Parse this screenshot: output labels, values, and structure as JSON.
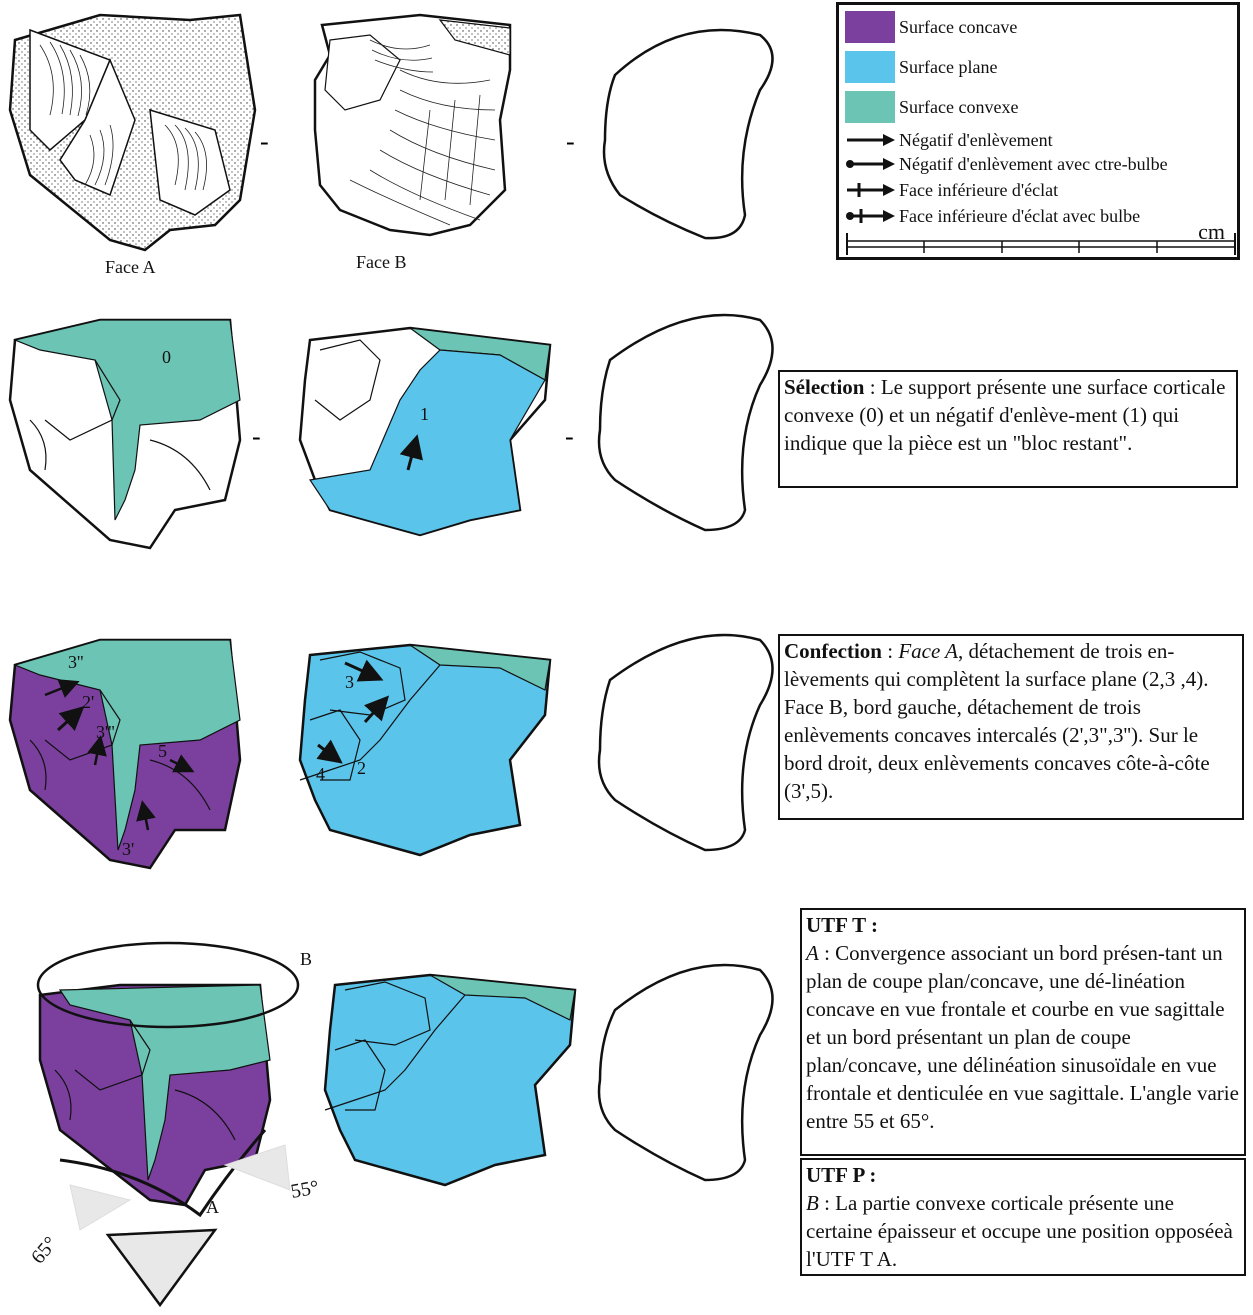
{
  "colors": {
    "concave": "#7B3F9E",
    "plane": "#5BC4EA",
    "convex": "#6CC4B4",
    "outline": "#111111"
  },
  "legend": {
    "items": [
      {
        "label": "Surface concave",
        "color": "#7B3F9E"
      },
      {
        "label": "Surface plane",
        "color": "#5BC4EA"
      },
      {
        "label": "Surface convexe",
        "color": "#6CC4B4"
      }
    ],
    "arrows": [
      {
        "label": "Négatif d'enlèvement",
        "icon": "arrow-icon"
      },
      {
        "label": "Négatif d'enlèvement avec ctre-bulbe",
        "icon": "arrow-dot-icon"
      },
      {
        "label": "Face inférieure d'éclat",
        "icon": "arrow-cross-icon"
      },
      {
        "label": "Face inférieure d'éclat avec bulbe",
        "icon": "arrow-dot-cross-icon"
      }
    ],
    "scale_unit": "cm"
  },
  "face_labels": {
    "face_a": "Face A",
    "face_b": "Face B"
  },
  "separator": "-",
  "selection": {
    "title": "Sélection",
    "text": " : Le support présente une surface corticale convexe (0) et un négatif d'enlève-ment (1) qui indique que la pièce est un \"bloc restant\"."
  },
  "confection": {
    "title": "Confection",
    "sep": " : ",
    "italic": "Face A",
    "text": ", détachement de trois en-lèvements qui complètent la surface plane (2,3 ,4). Face B, bord gauche, détachement de trois enlèvements concaves intercalés (2',3\",3''). Sur le bord droit, deux enlèvements concaves côte-à-côte (3',5)."
  },
  "utf_t": {
    "title": "UTF T :",
    "italic": "A",
    "text": " : Convergence associant un bord présen-tant un plan de coupe plan/concave, une dé-linéation concave en vue frontale et courbe en vue sagittale et un bord présentant un plan de coupe plan/concave, une délinéation sinusoïdale en vue frontale et denticulée en vue sagittale. L'angle varie entre 55 et 65°."
  },
  "utf_p": {
    "title": "UTF P :",
    "italic": "B",
    "text": " : La partie convexe corticale présente une certaine épaisseur et occupe une position opposéeà l'UTF T A."
  },
  "numbers": {
    "n0": "0",
    "n1": "1",
    "n2": "2",
    "n3": "3",
    "n4": "4",
    "n2p": "2'",
    "n3pp": "3''",
    "n3ppp": "3'''",
    "n3p": "3'",
    "n5": "5"
  },
  "utf_labels": {
    "a": "A",
    "b": "B",
    "angle55": "55°",
    "angle65": "65°"
  }
}
